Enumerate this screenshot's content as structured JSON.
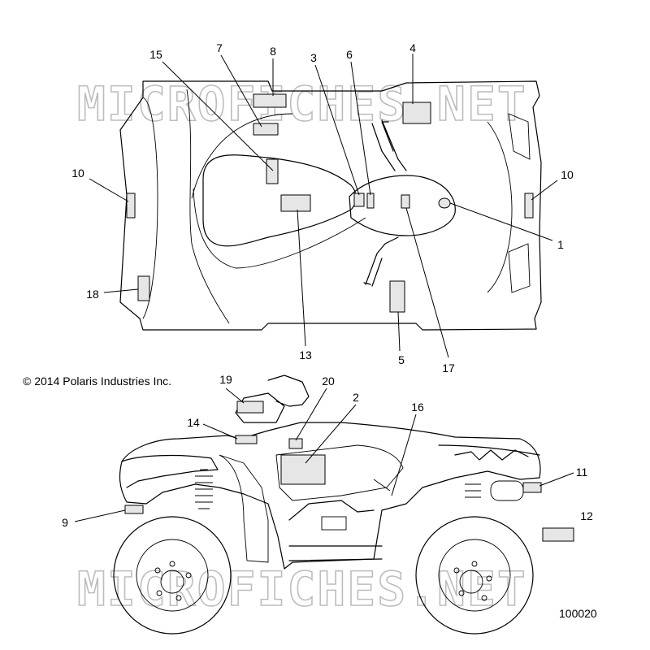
{
  "copyright": "© 2014 Polaris Industries Inc.",
  "figure_number": "100020",
  "watermark": "MICROFICHES.NET",
  "callouts": {
    "c1": "1",
    "c2": "2",
    "c3": "3",
    "c4": "4",
    "c5": "5",
    "c6": "6",
    "c7": "7",
    "c8": "8",
    "c9": "9",
    "c10a": "10",
    "c10b": "10",
    "c11": "11",
    "c12": "12",
    "c13": "13",
    "c14": "14",
    "c15": "15",
    "c16": "16",
    "c17": "17",
    "c18": "18",
    "c19": "19",
    "c20": "20"
  }
}
